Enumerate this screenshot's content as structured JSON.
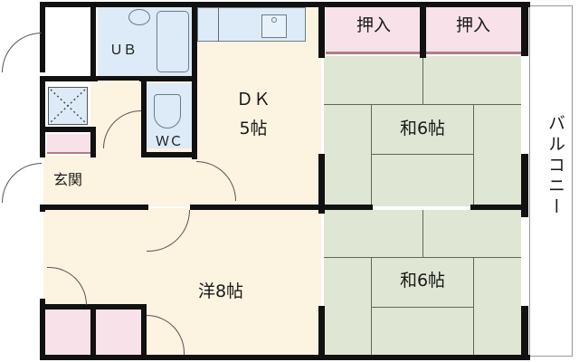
{
  "floorplan": {
    "rooms": {
      "ub": {
        "label": "ＵＢ",
        "type": "unit bath"
      },
      "wc": {
        "label": "ＷＣ",
        "type": "toilet"
      },
      "dk": {
        "label": "ＤＫ",
        "size": "5帖"
      },
      "genkan": {
        "label": "玄関",
        "type": "entrance"
      },
      "washitsu_top": {
        "label": "和6帖"
      },
      "washitsu_bottom": {
        "label": "和6帖"
      },
      "youshitsu": {
        "label": "洋8帖"
      },
      "oshiire_left": {
        "label": "押入"
      },
      "oshiire_right": {
        "label": "押入"
      },
      "balcony": {
        "label": "バルコニー"
      }
    },
    "colors": {
      "wall": "#111111",
      "floor_wood": "#fdf3e1",
      "tatami": "#dfe6d3",
      "wet_area": "#dcebf7",
      "closet": "#f9e1ea",
      "closet_rail": "#b07d84"
    }
  }
}
